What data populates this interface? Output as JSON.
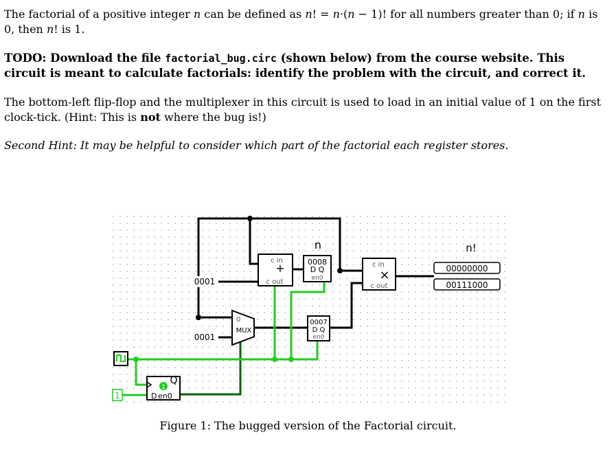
{
  "intro": {
    "s1": "The factorial of a positive integer ",
    "v1": "n",
    "s2": " can be defined as ",
    "f1": "n",
    "s3": "! = ",
    "f2": "n",
    "s4": "·(",
    "f3": "n",
    "s5": " − 1)! for all numbers greater than 0; if ",
    "v2": "n",
    "s6": " is 0, then ",
    "v3": "n",
    "s7": "! is 1."
  },
  "todo": {
    "s1": "TODO: Download the file ",
    "file": "factorial_bug.circ",
    "s2": " (shown below) from the course website. This circuit is meant to calculate factorials: identify the problem with the circuit, and correct it."
  },
  "desc": {
    "s1": "The bottom-left flip-flop and the multiplexer in this circuit is used to load in an initial value of 1 on the first clock-tick. (Hint: This is ",
    "not": "not",
    "s2": " where the bug is!)"
  },
  "hint2": "Second Hint: It may be helpful to consider which part of the factorial each register stores.",
  "circuit": {
    "const_adder": "0001",
    "const_mux": "0001",
    "adder_symbol": "+",
    "adder_cin": "c in",
    "adder_cout": "c out",
    "mult_symbol": "×",
    "mult_cin": "c in",
    "mult_cout": "c out",
    "mux_label": "MUX",
    "mux_sel": "0",
    "label_n": "n",
    "label_nfact": "n!",
    "reg_top_value": "0008",
    "reg_top_dq": "D Q",
    "reg_top_en": "en0",
    "reg_bot_value": "0007",
    "reg_bot_dq": "D Q",
    "reg_bot_en": "en0",
    "probe_top": "00000000",
    "probe_bot": "00111000",
    "ff_q": "Q",
    "ff_d": "D",
    "ff_en": "en0",
    "ff_value": "1",
    "ff_input": "1"
  },
  "caption": "Figure 1: The bugged version of the Factorial circuit.",
  "colors": {
    "wire_active": "#22cc22",
    "wire_dark": "#006400",
    "wire_bus": "#000000"
  }
}
